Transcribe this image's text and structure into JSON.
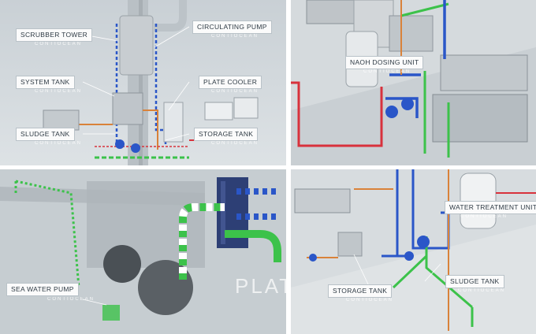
{
  "brand": "CONTIOCEAN",
  "panels": [
    {
      "labels": {
        "scrubber_tower": "SCRUBBER TOWER",
        "circulating_pump": "CIRCULATING PUMP",
        "system_tank": "SYSTEM TANK",
        "plate_cooler": "PLATE COOLER",
        "sludge_tank": "SLUDGE TANK",
        "storage_tank": "STORAGE TANK"
      }
    },
    {
      "labels": {
        "naoh_dosing_unit": "NAOH DOSING UNIT"
      }
    },
    {
      "labels": {
        "sea_water_pump": "SEA WATER PUMP"
      },
      "watermark": "PLATE C"
    },
    {
      "labels": {
        "water_treatment_unit": "WATER TREATMENT UNIT",
        "storage_tank": "STORAGE TANK",
        "sludge_tank": "SLUDGE TANK"
      }
    }
  ],
  "colors": {
    "pipe_green": "#3cc24a",
    "pipe_blue": "#2a56c8",
    "pipe_orange": "#d9823a",
    "pipe_red": "#d8323c",
    "bg": "#d5dbdf"
  }
}
